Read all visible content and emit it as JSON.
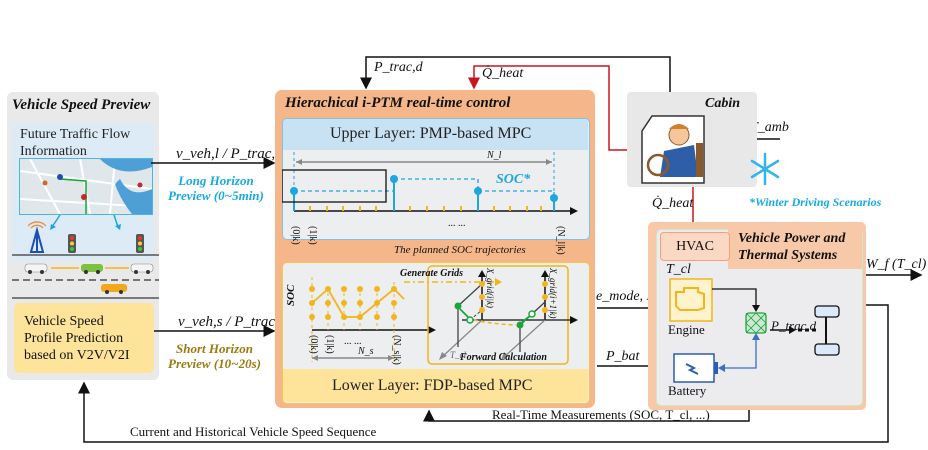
{
  "speed_preview": {
    "title": "Vehicle Speed Preview",
    "traffic_box_label_line1": "Future Traffic Flow",
    "traffic_box_label_line2": "Information",
    "prediction_line1": "Vehicle Speed",
    "prediction_line2": "Profile Prediction",
    "prediction_line3": "based on V2V/V2I"
  },
  "signals": {
    "long_signal": "v_veh,l / P_trac,l",
    "long_horizon_line1": "Long Horizon",
    "long_horizon_line2": "Preview (0~5min)",
    "short_signal": "v_veh,s / P_trac,s",
    "short_horizon_line1": "Short Horizon",
    "short_horizon_line2": "Preview (10~20s)",
    "p_trac_d_top": "P_trac,d",
    "q_heat_top": "Q̇_heat",
    "q_heat_right": "Q̇_heat",
    "t_amb": "T_amb",
    "e_mode_pe": "e_mode, P_e",
    "p_bat": "P_bat",
    "wf_tcl": "W_f (T_cl)",
    "t_cl": "T_cl",
    "p_trac_d_inner": "P_trac,d",
    "feedback_bottom": "Current and Historical Vehicle Speed Sequence",
    "realtime_measurements": "Real-Time Measurements (SOC, T_cl, ...)"
  },
  "control": {
    "title": "Hierachical i-PTM real-time control",
    "upper_layer": "Upper Layer: PMP-based MPC",
    "lower_layer": "Lower Layer: FDP-based MPC",
    "planned_caption": "The planned SOC trajectories",
    "upper_chart": {
      "horizon_label": "N_l",
      "soc_label": "SOC*",
      "tick_first": "(0|k)",
      "tick_second": "(1|k)",
      "tick_last": "(N_l|k)",
      "ellipsis": "... ..."
    },
    "lower_chart": {
      "y_label": "SOC",
      "horizon_label": "N_s",
      "tick_first": "(0|k)",
      "tick_second": "(1|k)",
      "tick_last": "(N_s|k)",
      "ellipsis": "... ...",
      "generate_grids": "Generate Grids",
      "forward_calc": "Forward  Calculation",
      "grid_label_1": "X_grid(i|k)",
      "grid_label_2": "X_grid(i+1|k)",
      "tau_label": "T_cl"
    }
  },
  "cabin": {
    "title": "Cabin",
    "winter_note": "*Winter Driving Scenarios"
  },
  "vpt": {
    "title_line1": "Vehicle Power and",
    "title_line2": "Thermal Systems",
    "hvac": "HVAC",
    "engine": "Engine",
    "battery": "Battery"
  },
  "colors": {
    "control_bg": "#f5b68a",
    "upper_head": "#c8e2f4",
    "lower_foot": "#fde49a",
    "accent_blue": "#1fa6e0",
    "accent_gold": "#f2b51c",
    "heat_red": "#c8161d",
    "text_cyan": "#17a9e1",
    "text_olive": "#9a7a12"
  }
}
